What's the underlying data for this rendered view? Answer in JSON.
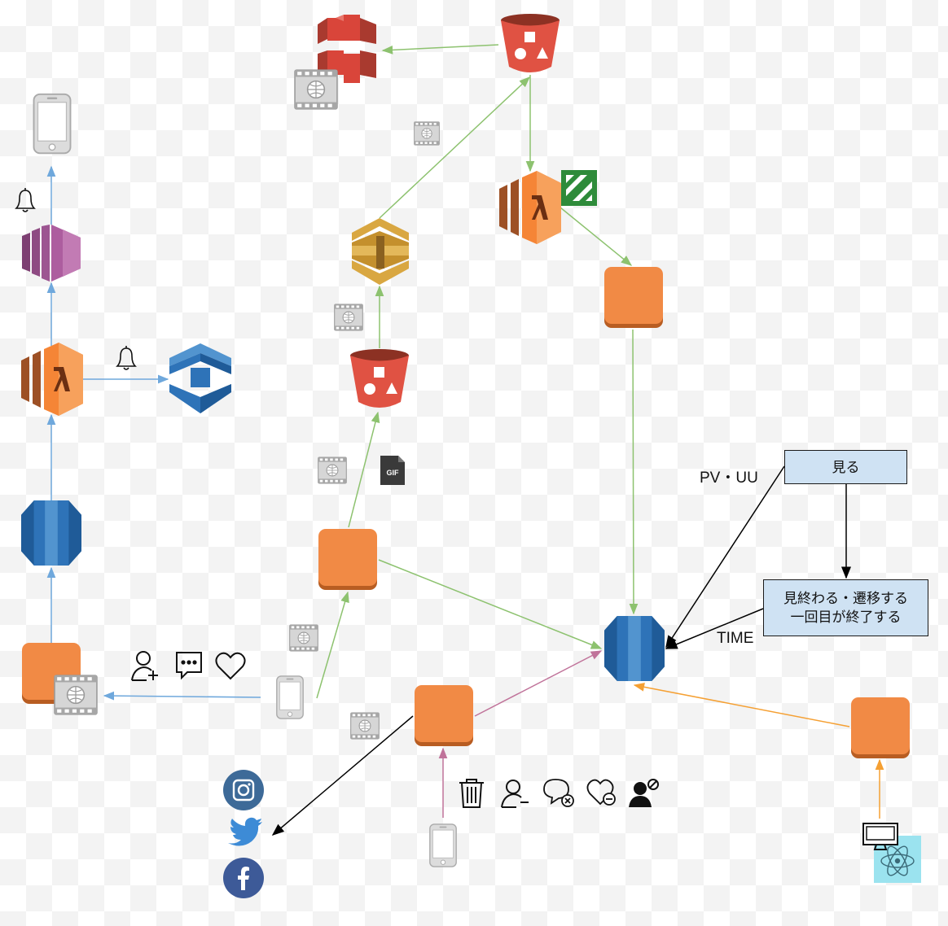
{
  "colors": {
    "lambda_orange": "#f58536",
    "lambda_dark": "#9d5025",
    "compute_orange": "#f18a45",
    "s3_red": "#e05243",
    "s3_dark": "#8c3123",
    "cloudfront_red": "#d9453a",
    "db_blue": "#2e73b8",
    "db_light": "#5294cf",
    "kinesis_purple": "#ad5d9f",
    "sqs_gold": "#d9a741",
    "edge_green": "#8dc26f",
    "edge_blue": "#6fa8dc",
    "edge_pink": "#c0739a",
    "edge_orange": "#f5a033",
    "edge_black": "#000000",
    "icon_gray": "#cfcfcf",
    "social_blue": "#3d5a98",
    "electron_bg": "#9be3ef",
    "note_fill": "#cfe2f3"
  },
  "labels": {
    "pv_uu": "PV・UU",
    "time": "TIME",
    "gif": "GIF"
  },
  "boxes": {
    "watch": {
      "lines": [
        "見る"
      ]
    },
    "finish": {
      "lines": [
        "見終わる・遷移する",
        "一回目が終了する"
      ]
    }
  }
}
